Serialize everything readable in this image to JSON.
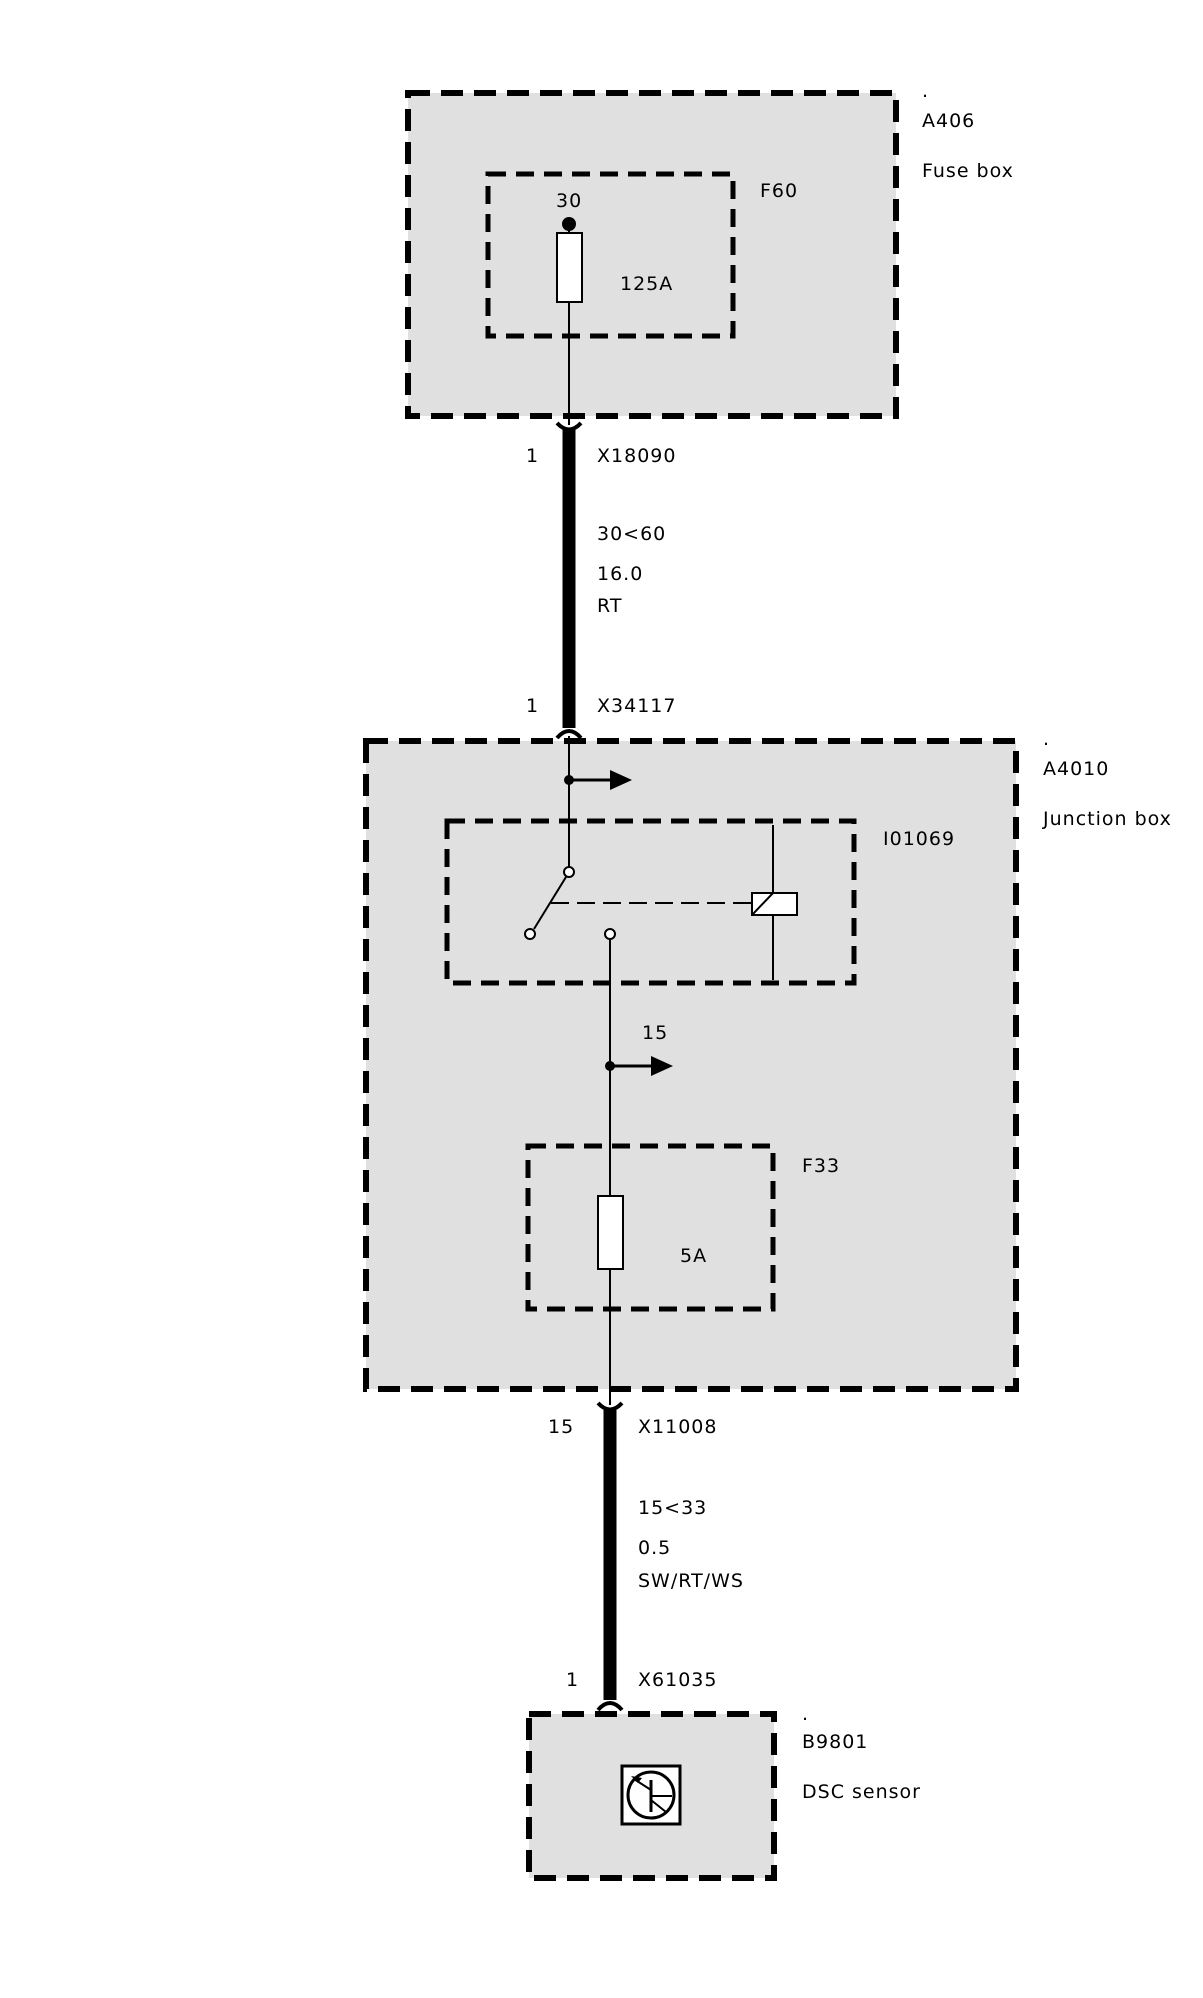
{
  "components": {
    "fusebox": {
      "dot": ".",
      "id": "A406",
      "name": "Fuse box"
    },
    "fuse_f60": {
      "id": "F60",
      "pin": "30",
      "rating": "125A"
    },
    "junction": {
      "dot": ".",
      "id": "A4010",
      "name": "Junction box"
    },
    "relay": {
      "id": "I01069"
    },
    "terminal15": {
      "label": "15"
    },
    "fuse_f33": {
      "id": "F33",
      "rating": "5A"
    },
    "sensor": {
      "dot": ".",
      "id": "B9801",
      "name": "DSC sensor"
    }
  },
  "connectors": {
    "x18090": {
      "pin": "1",
      "id": "X18090"
    },
    "x34117": {
      "pin": "1",
      "id": "X34117"
    },
    "x11008": {
      "pin": "15",
      "id": "X11008"
    },
    "x61035": {
      "pin": "1",
      "id": "X61035"
    }
  },
  "wires": {
    "w1": {
      "circuit": "30<60",
      "size": "16.0",
      "color": "RT"
    },
    "w2": {
      "circuit": "15<33",
      "size": "0.5",
      "color": "SW/RT/WS"
    }
  }
}
